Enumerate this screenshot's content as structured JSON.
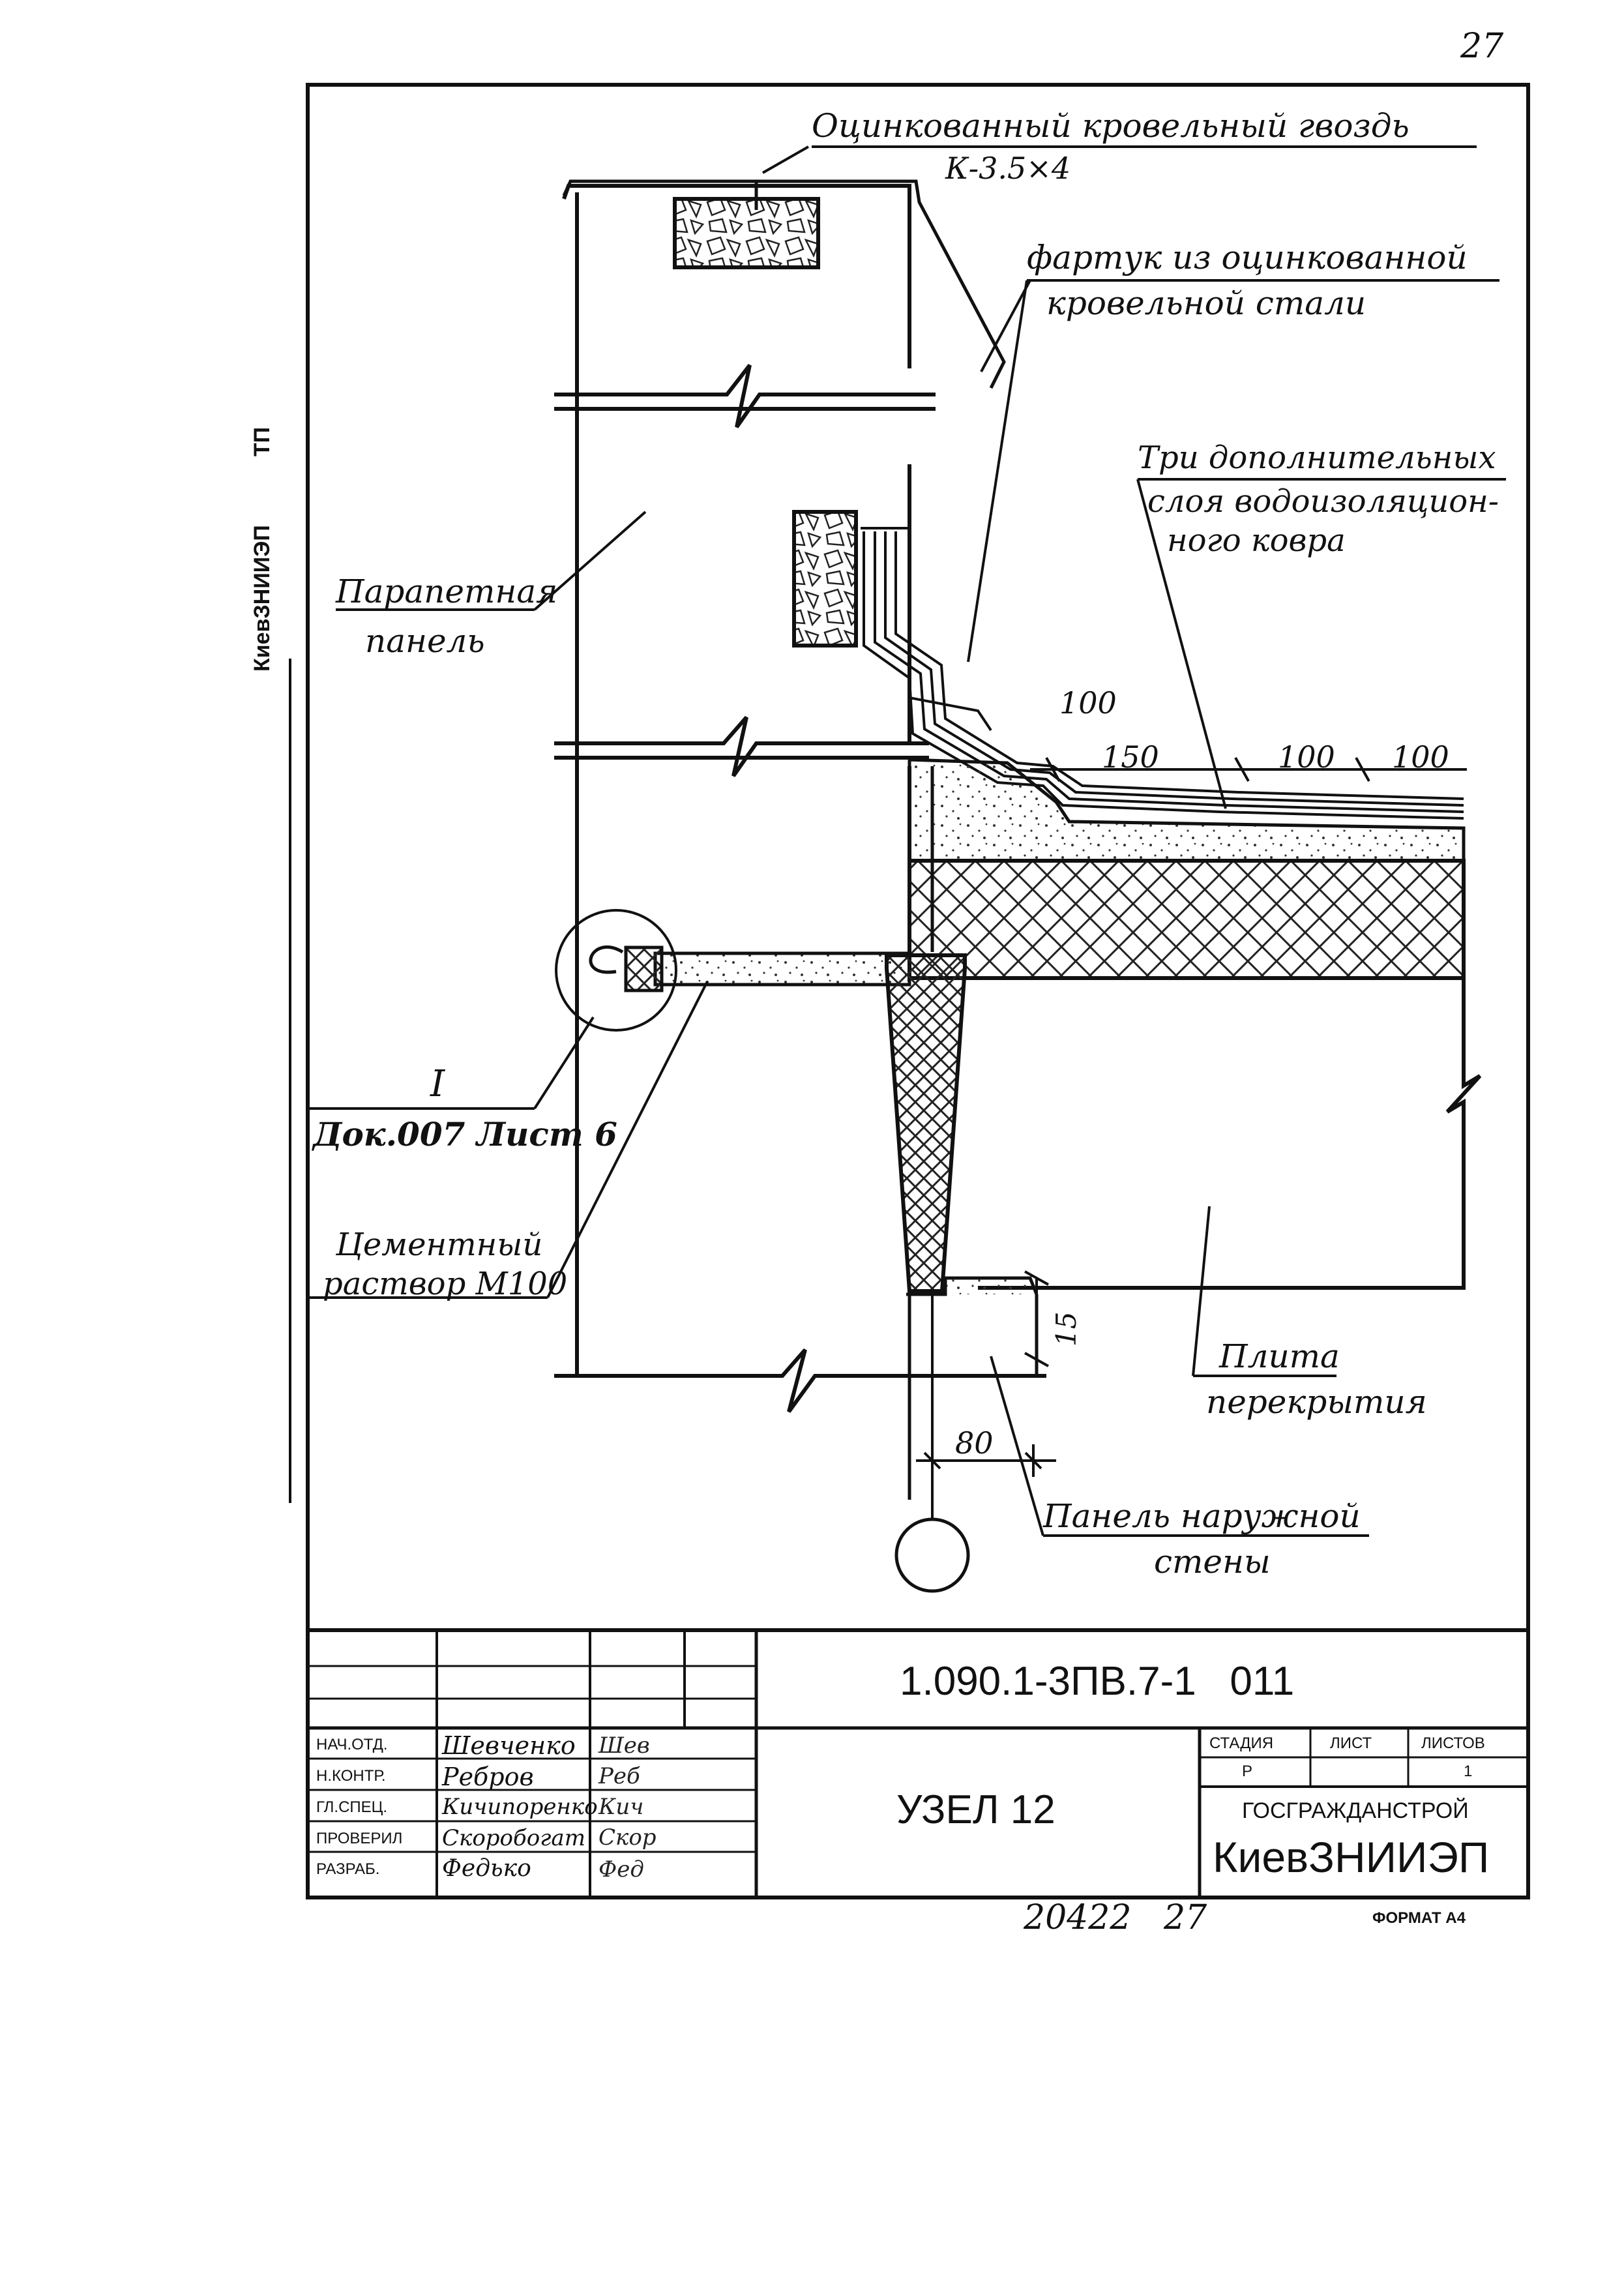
{
  "page_number": "27",
  "side_stamp": "КиевЗНИИЭП",
  "side_stamp_tp": "ТП",
  "drawing": {
    "nail_label": "Оцинкованный кровельный гвоздь",
    "nail_size": "К-3.5×4",
    "apron_line1": "фартук из оцинкованной",
    "apron_line2": "кровельной стали",
    "layers_line1": "Три дополнительных",
    "layers_line2": "слоя водоизоляцион-",
    "layers_line3": "ного ковра",
    "parapet_line1": "Парапетная",
    "parapet_line2": "панель",
    "callout_num": "I",
    "callout_ref": "Док.007 Лист 6",
    "mortar_line1": "Цементный",
    "mortar_line2": "раствор М100",
    "slab_line1": "Плита",
    "slab_line2": "перекрытия",
    "wall_line1": "Панель наружной",
    "wall_line2": "стены",
    "dims": {
      "d100_top": "100",
      "d150": "150",
      "d100_mid": "100",
      "d100_right": "100",
      "d15": "15",
      "d80": "80"
    }
  },
  "title_block": {
    "code": "1.090.1-3ПВ.7-1   011",
    "title": "УЗЕЛ 12",
    "stage_header": "СТАДИЯ",
    "sheet_header": "ЛИСТ",
    "sheets_header": "ЛИСТОВ",
    "stage": "Р",
    "sheet": "",
    "sheets": "1",
    "org_line1": "ГОСГРАЖДАНСТРОЙ",
    "org_line2": "КиевЗНИИЭП",
    "roles": [
      {
        "role": "НАЧ.ОТД.",
        "name": "Шевченко"
      },
      {
        "role": "Н.КОНТР.",
        "name": "Ребров"
      },
      {
        "role": "ГЛ.СПЕЦ.",
        "name": "Кичипоренко"
      },
      {
        "role": "ПРОВЕРИЛ",
        "name": "Скоробогат"
      },
      {
        "role": "РАЗРАБ.",
        "name": "Федько"
      }
    ],
    "signatures": [
      "Шев",
      "Реб",
      "Кич",
      "Скор",
      "Фед"
    ]
  },
  "footer": {
    "inventory": "20422   27",
    "format": "ФОРМАТ А4"
  }
}
